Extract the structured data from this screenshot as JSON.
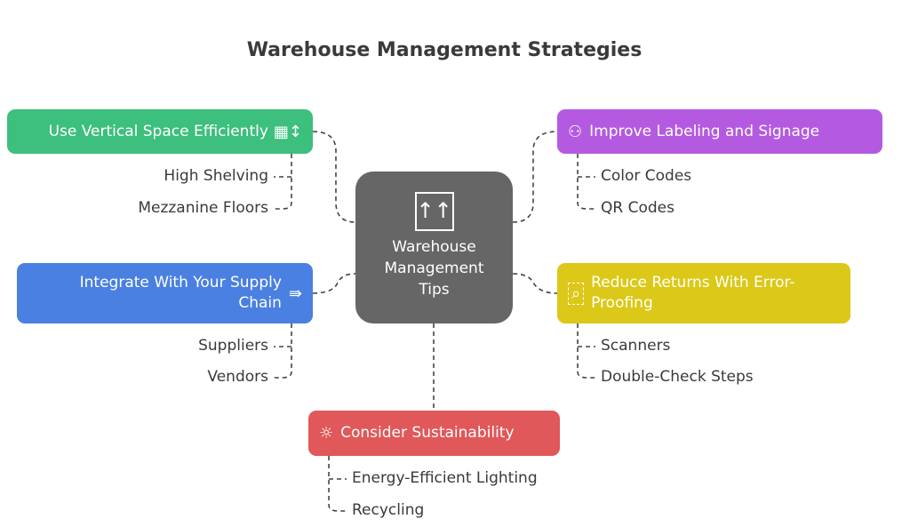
{
  "title": "Warehouse Management Strategies",
  "center": {
    "label_lines": [
      "Warehouse",
      "Management",
      "Tips"
    ],
    "icon": "arrows-up-box-icon"
  },
  "branches": [
    {
      "label": "Use Vertical Space Efficiently",
      "color": "#3dbf7d",
      "icon": "grid-vertical-arrows-icon",
      "items": [
        "High Shelving",
        "Mezzanine Floors"
      ]
    },
    {
      "label": "Improve Labeling and Signage",
      "color": "#b45ae0",
      "icon": "person-sign-icon",
      "items": [
        "Color Codes",
        "QR Codes"
      ]
    },
    {
      "label": "Integrate With Your Supply Chain",
      "color": "#4a80e1",
      "icon": "conveyor-icon",
      "items": [
        "Suppliers",
        "Vendors"
      ]
    },
    {
      "label": "Reduce Returns With Error-Proofing",
      "color": "#dcc818",
      "icon": "magnify-scan-icon",
      "items": [
        "Scanners",
        "Double-Check Steps"
      ]
    },
    {
      "label": "Consider Sustainability",
      "color": "#e0585a",
      "icon": "sun-leaf-icon",
      "items": [
        "Energy-Efficient Lighting",
        "Recycling"
      ]
    }
  ]
}
